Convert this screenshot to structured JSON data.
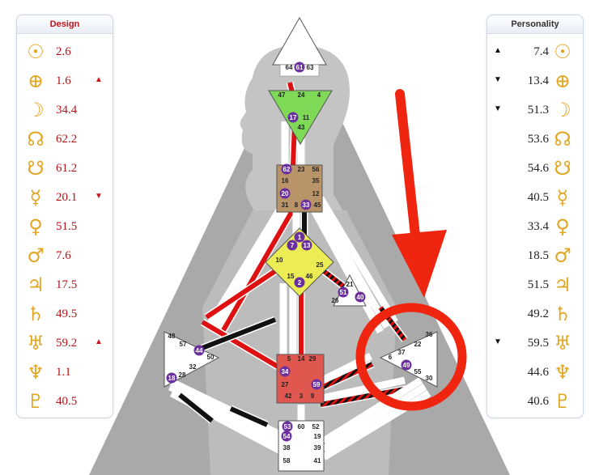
{
  "design": {
    "title": "Design",
    "rows": [
      {
        "glyph": "☉",
        "icon": "sun-icon",
        "value": "2.6",
        "mark": ""
      },
      {
        "glyph": "⊕",
        "icon": "earth-icon",
        "value": "1.6",
        "mark": "▲"
      },
      {
        "glyph": "☽",
        "icon": "moon-icon",
        "value": "34.4",
        "mark": ""
      },
      {
        "glyph": "☊",
        "icon": "north-node-icon",
        "value": "62.2",
        "mark": ""
      },
      {
        "glyph": "☋",
        "icon": "south-node-icon",
        "value": "61.2",
        "mark": ""
      },
      {
        "glyph": "☿",
        "icon": "mercury-icon",
        "value": "20.1",
        "mark": "▼"
      },
      {
        "glyph": "♀",
        "icon": "venus-icon",
        "value": "51.5",
        "mark": ""
      },
      {
        "glyph": "♂",
        "icon": "mars-icon",
        "value": "7.6",
        "mark": ""
      },
      {
        "glyph": "♃",
        "icon": "jupiter-icon",
        "value": "17.5",
        "mark": ""
      },
      {
        "glyph": "♄",
        "icon": "saturn-icon",
        "value": "49.5",
        "mark": ""
      },
      {
        "glyph": "♅",
        "icon": "uranus-icon",
        "value": "59.2",
        "mark": "▲"
      },
      {
        "glyph": "♆",
        "icon": "neptune-icon",
        "value": "1.1",
        "mark": ""
      },
      {
        "glyph": "♇",
        "icon": "pluto-icon",
        "value": "40.5",
        "mark": ""
      }
    ]
  },
  "personality": {
    "title": "Personality",
    "rows": [
      {
        "glyph": "☉",
        "icon": "sun-icon",
        "value": "7.4",
        "mark": "▲"
      },
      {
        "glyph": "⊕",
        "icon": "earth-icon",
        "value": "13.4",
        "mark": "▼"
      },
      {
        "glyph": "☽",
        "icon": "moon-icon",
        "value": "51.3",
        "mark": "▼"
      },
      {
        "glyph": "☊",
        "icon": "north-node-icon",
        "value": "53.6",
        "mark": ""
      },
      {
        "glyph": "☋",
        "icon": "south-node-icon",
        "value": "54.6",
        "mark": ""
      },
      {
        "glyph": "☿",
        "icon": "mercury-icon",
        "value": "40.5",
        "mark": ""
      },
      {
        "glyph": "♀",
        "icon": "venus-icon",
        "value": "33.4",
        "mark": ""
      },
      {
        "glyph": "♂",
        "icon": "mars-icon",
        "value": "18.5",
        "mark": ""
      },
      {
        "glyph": "♃",
        "icon": "jupiter-icon",
        "value": "51.5",
        "mark": ""
      },
      {
        "glyph": "♄",
        "icon": "saturn-icon",
        "value": "49.2",
        "mark": ""
      },
      {
        "glyph": "♅",
        "icon": "uranus-icon",
        "value": "59.5",
        "mark": "▼"
      },
      {
        "glyph": "♆",
        "icon": "neptune-icon",
        "value": "44.6",
        "mark": ""
      },
      {
        "glyph": "♇",
        "icon": "pluto-icon",
        "value": "40.6",
        "mark": ""
      }
    ]
  },
  "centers": {
    "head": {
      "gates": [
        "64",
        "61",
        "63"
      ],
      "defined": false,
      "color": "#ffffff"
    },
    "ajna": {
      "gates": [
        "47",
        "24",
        "4",
        "17",
        "11",
        "43"
      ],
      "defined": true,
      "color": "#7ed957"
    },
    "throat": {
      "gates": [
        "62",
        "23",
        "56",
        "16",
        "35",
        "20",
        "12",
        "31",
        "8",
        "33",
        "45"
      ],
      "defined": true,
      "color": "#b99468"
    },
    "g": {
      "gates": [
        "1",
        "7",
        "13",
        "10",
        "25",
        "15",
        "2",
        "46"
      ],
      "defined": true,
      "color": "#ecec55"
    },
    "heart": {
      "gates": [
        "21",
        "26",
        "51",
        "40"
      ],
      "defined": false,
      "color": "#ffffff"
    },
    "spleen": {
      "gates": [
        "48",
        "57",
        "44",
        "50",
        "32",
        "28",
        "18"
      ],
      "defined": false,
      "color": "#ffffff"
    },
    "sacral": {
      "gates": [
        "5",
        "14",
        "29",
        "34",
        "27",
        "59",
        "42",
        "3",
        "9"
      ],
      "defined": true,
      "color": "#e0574f"
    },
    "solar_plexus": {
      "gates": [
        "36",
        "22",
        "6",
        "37",
        "49",
        "55",
        "30"
      ],
      "defined": false,
      "color": "#ffffff"
    },
    "root": {
      "gates": [
        "53",
        "60",
        "52",
        "54",
        "19",
        "38",
        "39",
        "58",
        "41"
      ],
      "defined": false,
      "color": "#ffffff"
    }
  },
  "colors": {
    "design_line": "#dd1111",
    "personality_line": "#111111",
    "annotation": "#f0250f",
    "gate_circle": "#6b2fa0"
  }
}
